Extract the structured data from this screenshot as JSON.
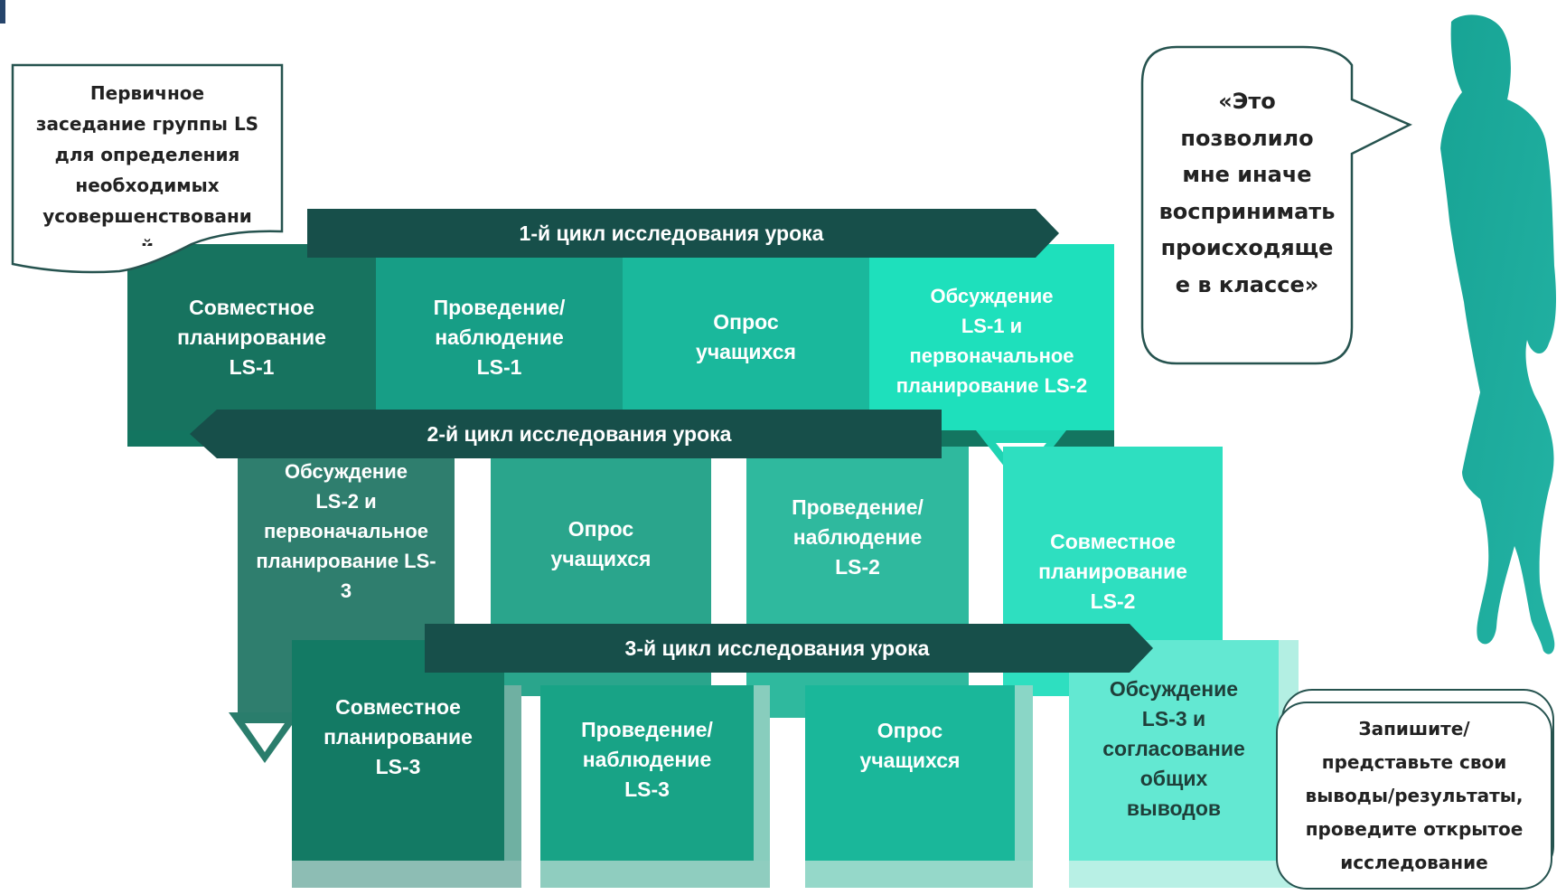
{
  "banners": {
    "cycle1": "1-й цикл исследования урока",
    "cycle2": "2-й цикл исследования урока",
    "cycle3": "3-й цикл исследования урока"
  },
  "row1": [
    "Совместное\nпланирование\nLS-1",
    "Проведение/\nнаблюдение\nLS-1",
    "Опрос\nучащихся",
    "Обсуждение\nLS-1 и\nпервоначальное\nпланирование LS-2"
  ],
  "row2": [
    "Обсуждение\nLS-2 и\nпервоначальное\nпланирование LS-\n3",
    "Опрос\nучащихся",
    "Проведение/\nнаблюдение\nLS-2",
    "Совместное\nпланирование\nLS-2"
  ],
  "row3": [
    "Совместное\nпланирование\nLS-3",
    "Проведение/\nнаблюдение\nLS-3",
    "Опрос\nучащихся",
    "Обсуждение\nLS-3 и\nсогласование\nобщих\nвыводов"
  ],
  "note_left": "Первичное\nзаседание группы LS\nдля определения\nнеобходимых\nусовершенствовани\nй",
  "quote": "«Это\nпозволило\nмне иначе\nвоспринимать\nпроисходяще\nе в классе»",
  "note_right": "Запишите/\nпредставьте свои\nвыводы/результаты,\nпроведите открытое\nисследование",
  "colors": {
    "banner": "#174f4a",
    "silhouette": "#1ea89a",
    "row1": [
      "#17735f",
      "#179e86",
      "#1ab89c",
      "#1ee0bc"
    ],
    "row2": [
      "#2f7e6e",
      "#2aa58c",
      "#2fb99e",
      "#2edfc0"
    ],
    "row3": [
      "#137a64",
      "#18a386",
      "#1ab79a",
      "#63e8d2"
    ]
  }
}
